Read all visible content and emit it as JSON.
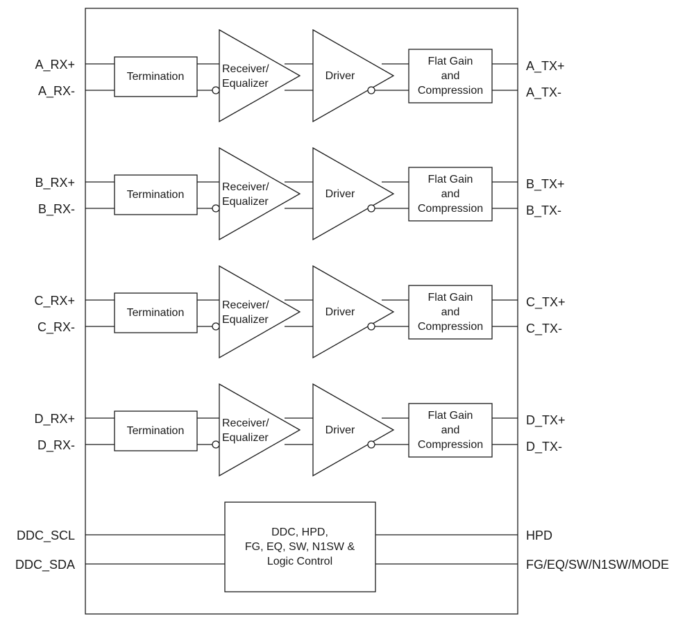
{
  "channels": [
    {
      "rx_pos": "A_RX+",
      "rx_neg": "A_RX-",
      "tx_pos": "A_TX+",
      "tx_neg": "A_TX-"
    },
    {
      "rx_pos": "B_RX+",
      "rx_neg": "B_RX-",
      "tx_pos": "B_TX+",
      "tx_neg": "B_TX-"
    },
    {
      "rx_pos": "C_RX+",
      "rx_neg": "C_RX-",
      "tx_pos": "C_TX+",
      "tx_neg": "C_TX-"
    },
    {
      "rx_pos": "D_RX+",
      "rx_neg": "D_RX-",
      "tx_pos": "D_TX+",
      "tx_neg": "D_TX-"
    }
  ],
  "blocks": {
    "termination": "Termination",
    "receiver": [
      "Receiver/",
      "Equalizer"
    ],
    "driver": "Driver",
    "flat_gain": [
      "Flat Gain",
      "and",
      "Compression"
    ]
  },
  "control": {
    "lines": [
      "DDC, HPD,",
      "FG, EQ, SW, N1SW &",
      "Logic Control"
    ],
    "in_pins": [
      "DDC_SCL",
      "DDC_SDA"
    ],
    "out_pins": [
      "HPD",
      "FG/EQ/SW/N1SW/MODE"
    ]
  }
}
